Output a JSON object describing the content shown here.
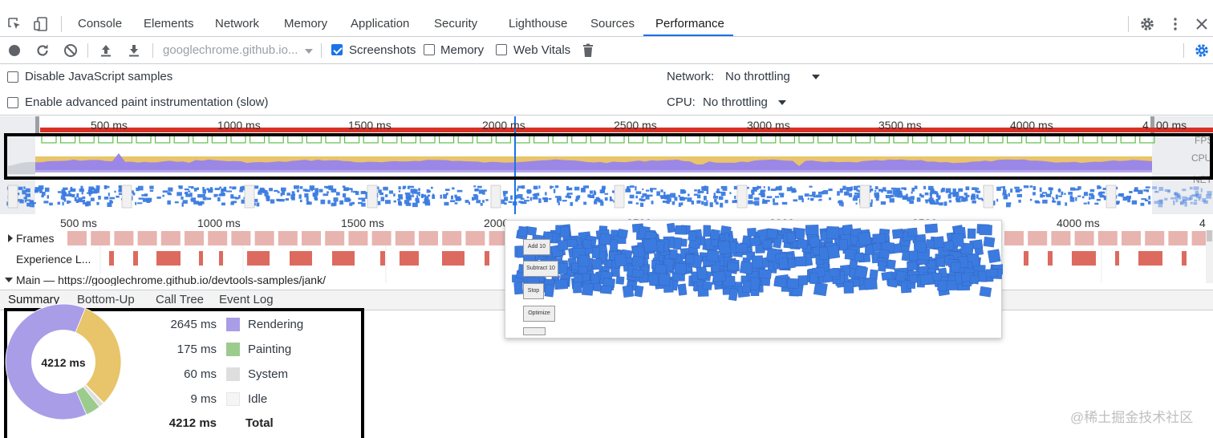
{
  "tabs": [
    {
      "label": "Console",
      "active": false
    },
    {
      "label": "Elements",
      "active": false
    },
    {
      "label": "Network",
      "active": false
    },
    {
      "label": "Memory",
      "active": false
    },
    {
      "label": "Application",
      "active": false
    },
    {
      "label": "Security",
      "active": false
    },
    {
      "label": "Lighthouse",
      "active": false
    },
    {
      "label": "Sources",
      "active": false
    },
    {
      "label": "Performance",
      "active": true
    }
  ],
  "toolbar": {
    "url": "googlechrome.github.io...",
    "screenshots_label": "Screenshots",
    "screenshots_checked": true,
    "memory_label": "Memory",
    "memory_checked": false,
    "webvitals_label": "Web Vitals",
    "webvitals_checked": false
  },
  "settings": {
    "disable_js_samples": "Disable JavaScript samples",
    "enable_paint": "Enable advanced paint instrumentation (slow)",
    "network_label": "Network:",
    "network_value": "No throttling",
    "cpu_label": "CPU:",
    "cpu_value": "No throttling"
  },
  "overview": {
    "ticks": [
      "500 ms",
      "1000 ms",
      "1500 ms",
      "2000 ms",
      "2500 ms",
      "3000 ms",
      "3500 ms",
      "4000 ms",
      "4",
      "00 ms"
    ],
    "labels": {
      "fps": "FPS",
      "cpu": "CPU",
      "net": "NET"
    }
  },
  "flame": {
    "ticks": [
      "500 ms",
      "1000 ms",
      "1500 ms",
      "2000",
      "2500",
      "3000",
      "3500",
      "4000 ms",
      "4"
    ],
    "frames_label": "Frames",
    "experience_label": "Experience L...",
    "main_label": "Main — https://googlechrome.github.io/devtools-samples/jank/"
  },
  "popup": {
    "buttons": [
      "Add 10",
      "Subtract 10",
      "Stop",
      "Optimize"
    ]
  },
  "bottom_tabs": [
    "Summary",
    "Bottom-Up",
    "Call Tree",
    "Event Log"
  ],
  "summary": {
    "total_center": "4212 ms",
    "rows": [
      {
        "duration": "2645 ms",
        "label": "Rendering",
        "color": "#a99de8"
      },
      {
        "duration": "175 ms",
        "label": "Painting",
        "color": "#9ccb8e"
      },
      {
        "duration": "60 ms",
        "label": "System",
        "color": "#dedede"
      },
      {
        "duration": "9 ms",
        "label": "Idle",
        "color": "#f5f5f5"
      }
    ],
    "total_duration": "4212 ms",
    "total_label": "Total"
  },
  "watermark": "@稀土掘金技术社区",
  "colors": {
    "accent": "#1a73e8",
    "fps_red": "#d93025",
    "cpu_yellow": "#e8c46a",
    "cpu_purple": "#9b87e6",
    "net_blue": "#3b7be0",
    "frame_pink": "#e8b4b0",
    "experience_red": "#dd6a5f"
  }
}
